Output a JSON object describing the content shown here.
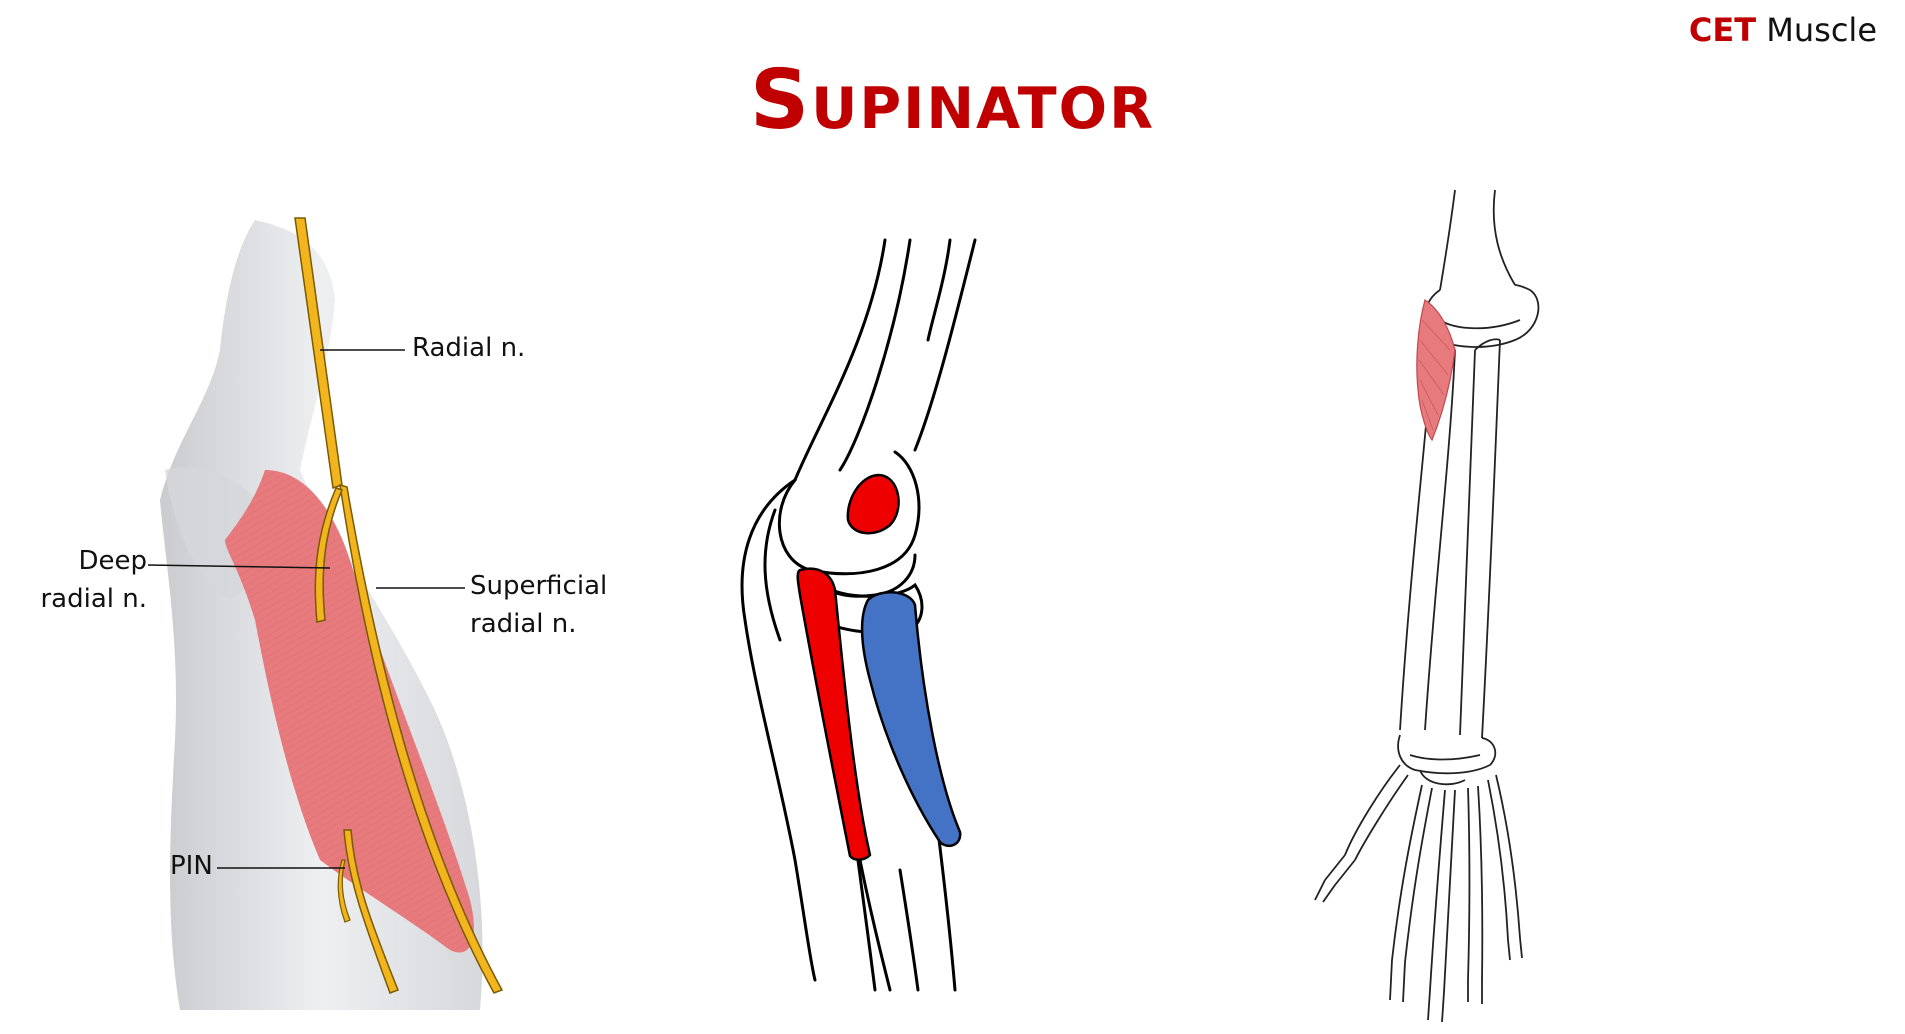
{
  "header": {
    "brand_accent": "CET",
    "brand_rest": " Muscle",
    "title": "Supinator"
  },
  "colors": {
    "title": "#c00000",
    "muscle": "#e77a7d",
    "nerve": "#f2b51e",
    "origin_red": "#ee0000",
    "insertion_blue": "#4472c4"
  },
  "labels": {
    "radial_nerve": "Radial n.",
    "deep_line1": "Deep",
    "deep_line2": "radial n.",
    "superficial_line1": "Superficial",
    "superficial_line2": "radial n.",
    "pin": "PIN"
  }
}
